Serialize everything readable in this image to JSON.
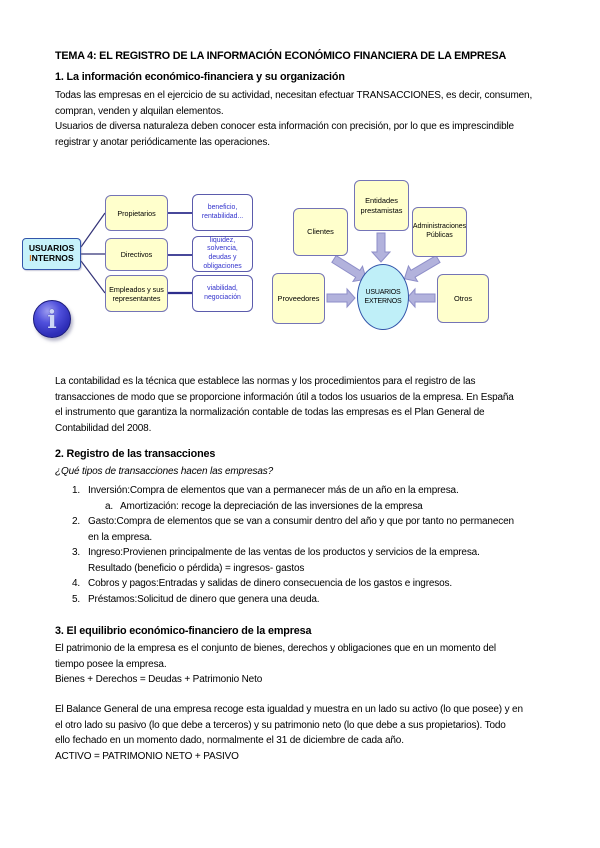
{
  "page": {
    "title": "TEMA 4: EL REGISTRO DE LA INFORMACIÓN ECONÓMICO FINANCIERA DE LA EMPRESA"
  },
  "section1": {
    "heading": "1. La información económico-financiera y su organización",
    "para1_lines": [
      "Todas las empresas en el ejercicio de su actividad, necesitan efectuar TRANSACCIONES, es decir, consumen,",
      "compran, venden y alquilan elementos.",
      "Usuarios de diversa naturaleza deben conocer esta información con precisión, por lo que es imprescindible",
      "registrar y anotar periódicamente las operaciones."
    ],
    "para2_lines": [
      "La contabilidad es la técnica que establece las normas y los procedimientos para el registro de las",
      "transacciones de modo que se proporcione información útil a todos los usuarios de la empresa. En España",
      "el instrumento que garantiza la normalización contable de todas las empresas es el Plan General de",
      "Contabilidad del 2008."
    ]
  },
  "diagram_internal": {
    "hub_line1": "USUARIOS",
    "hub_line2_initial": "I",
    "hub_line2_rest": "NTERNOS",
    "rows": [
      {
        "user": "Propietarios",
        "interest": "beneficio, rentabilidad..."
      },
      {
        "user": "Directivos",
        "interest": "liquidez, solvencia, deudas y obligaciones"
      },
      {
        "user": "Empleados y sus representantes",
        "interest": "viabilidad, negociación"
      }
    ],
    "info_glyph": "i"
  },
  "diagram_external": {
    "hub_line1": "USUARIOS",
    "hub_line2": "EXTERNOS",
    "boxes": [
      "Entidades prestamistas",
      "Clientes",
      "Administraciones Públicas",
      "Proveedores",
      "Otros"
    ]
  },
  "section2": {
    "heading": "2. Registro de las transacciones",
    "question": "¿Qué tipos de transacciones hacen las empresas?",
    "list": [
      {
        "marker": "1.",
        "text": "Inversión:Compra de elementos que van a permanecer más de un año en la empresa."
      },
      {
        "marker": "a.",
        "text": "Amortización: recoge la depreciación de las inversiones de la empresa"
      },
      {
        "marker": "2.",
        "text": "Gasto:Compra de elementos que se van a consumir dentro del año y que por tanto no permanecen"
      },
      {
        "marker": "",
        "text": "en la empresa."
      },
      {
        "marker": "3.",
        "text": "Ingreso:Provienen principalmente de las ventas de los productos y servicios de la empresa."
      },
      {
        "marker": "",
        "text": "Resultado (beneficio o pérdida) = ingresos- gastos"
      },
      {
        "marker": "4.",
        "text": "Cobros y pagos:Entradas y salidas de dinero consecuencia de los gastos e ingresos."
      },
      {
        "marker": "5.",
        "text": "Préstamos:Solicitud de dinero que genera una deuda."
      }
    ]
  },
  "section3": {
    "heading": "3. El equilibrio económico-financiero de la empresa",
    "para1_lines": [
      "El patrimonio de la empresa es el conjunto de bienes, derechos y obligaciones que en un momento del",
      "tiempo posee la empresa.",
      "Bienes + Derechos = Deudas + Patrimonio Neto"
    ],
    "para2_lines": [
      "El Balance General de una empresa recoge esta igualdad y muestra en un lado su activo (lo que posee) y en",
      "el otro lado su pasivo (lo que debe a terceros) y su patrimonio neto (lo que debe a sus propietarios). Todo",
      "ello fechado en un momento dado, normalmente el 31 de diciembre de cada año.",
      "ACTIVO = PATRIMONIO NETO + PASIVO"
    ]
  },
  "colors": {
    "box_yellow": "#FFFFCC",
    "box_border_purple": "#7474B6",
    "hub_cyan": "#C6F2FA",
    "hub_border_blue": "#3355AA",
    "white_box_text_blue": "#3333CC",
    "arrow_lavender": "#B2B2DC",
    "connector_navy": "#333377",
    "info_icon_blue": "#3A3ACC",
    "internos_initial_orange": "#E07820"
  }
}
